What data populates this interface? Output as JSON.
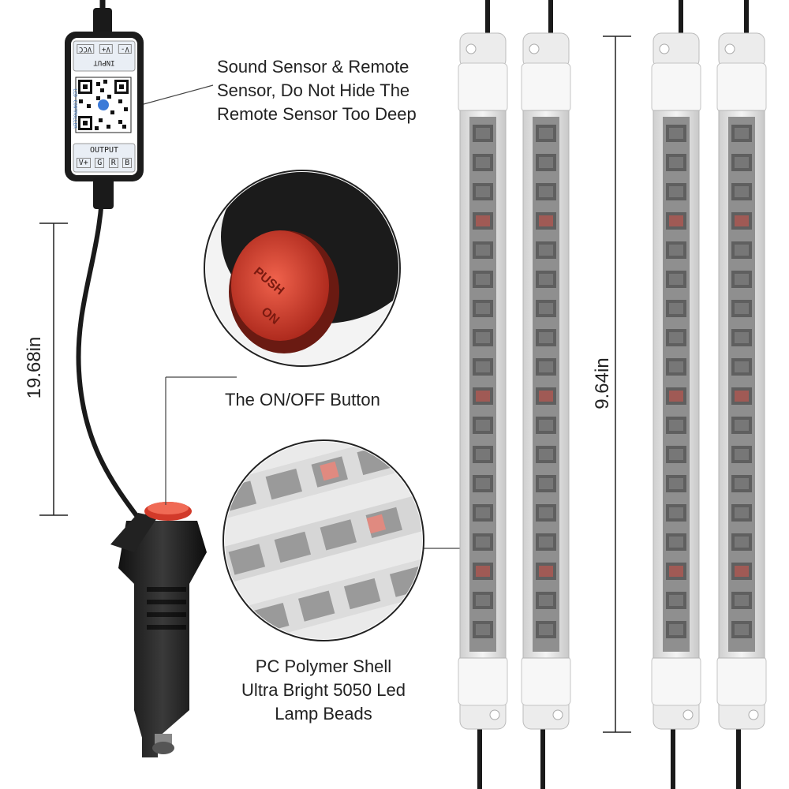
{
  "labels": {
    "sensor_line1": "Sound Sensor & Remote",
    "sensor_line2": "Sensor, Do Not Hide The",
    "sensor_line3": "Remote Sensor Too Deep",
    "button_label": "The ON/OFF Button",
    "shell_line1": "PC Polymer Shell",
    "shell_line2": "Ultra Bright 5050 Led",
    "shell_line3": "Lamp Beads"
  },
  "dimensions": {
    "cable_length": "19.68in",
    "strip_length": "9.64in"
  },
  "controller": {
    "input_title": "INPUT",
    "input_pins": [
      "VCC",
      "V+",
      "V-"
    ],
    "output_title": "OUTPUT",
    "output_pins": [
      "V+",
      "G",
      "R",
      "B"
    ],
    "side_text": "LED CONTROLLER"
  },
  "button_text": {
    "line1": "PUSH",
    "line2": "ON"
  },
  "colors": {
    "button_red": "#d23a2a",
    "cable": "#1a1a1a",
    "strip_shell": "#e8e8e8"
  }
}
